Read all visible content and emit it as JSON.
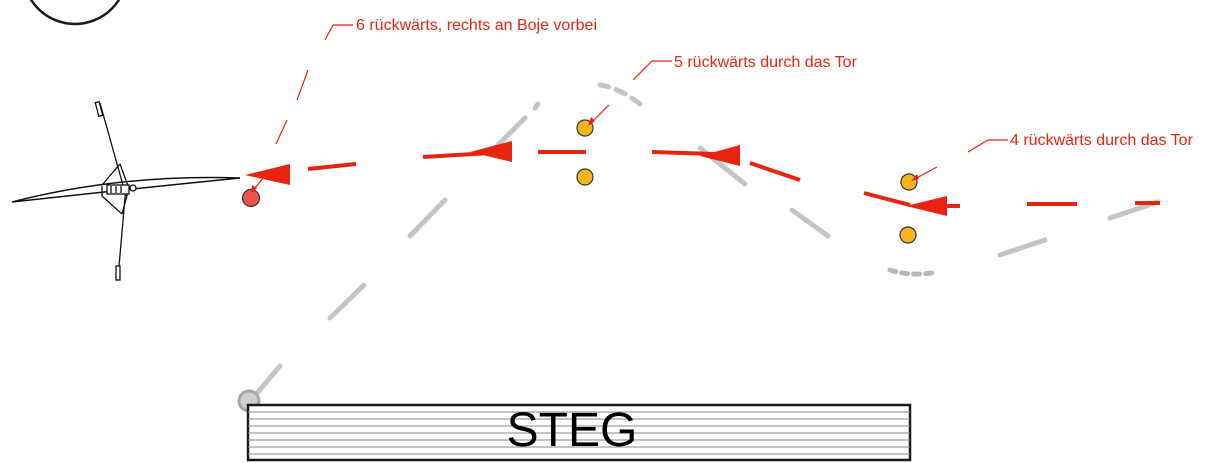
{
  "annotations": {
    "step4": "4 rückwärts durch das Tor",
    "step5": "5 rückwärts durch das Tor",
    "step6": "6 rückwärts, rechts an Boje vorbei"
  },
  "dock": {
    "label": "STEG"
  },
  "colors": {
    "path_red": "#e8230f",
    "path_gray": "#c4c4c4",
    "buoy_yellow": "#f6b51a",
    "buoy_red": "#ef5350",
    "outline": "#1a1a1a"
  },
  "icons": {
    "boat": "rowing-boat-icon",
    "compass": "compass-circle-icon",
    "buoys": "buoy-icon"
  }
}
